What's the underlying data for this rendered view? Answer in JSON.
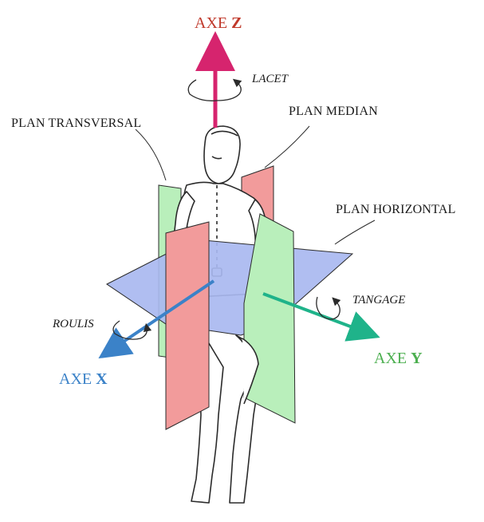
{
  "labels": {
    "axis_z_prefix": "AXE ",
    "axis_z_letter": "Z",
    "axis_x_prefix": "AXE ",
    "axis_x_letter": "X",
    "axis_y_prefix": "AXE ",
    "axis_y_letter": "Y",
    "lacet": "LACET",
    "roulis": "ROULIS",
    "tangage": "TANGAGE",
    "plan_transversal": "PLAN TRANSVERSAL",
    "plan_median": "PLAN MEDIAN",
    "plan_horizontal": "PLAN HORIZONTAL"
  },
  "colors": {
    "axis_z": "#d6246e",
    "axis_x": "#3b82c8",
    "axis_y": "#1fb38a",
    "plane_horizontal": "#a9b8f0",
    "plane_red": "#f29b9b",
    "plane_green": "#b9efbb",
    "outline": "#2b2b2b"
  },
  "icons": [
    "rotation-arrow-icon"
  ]
}
